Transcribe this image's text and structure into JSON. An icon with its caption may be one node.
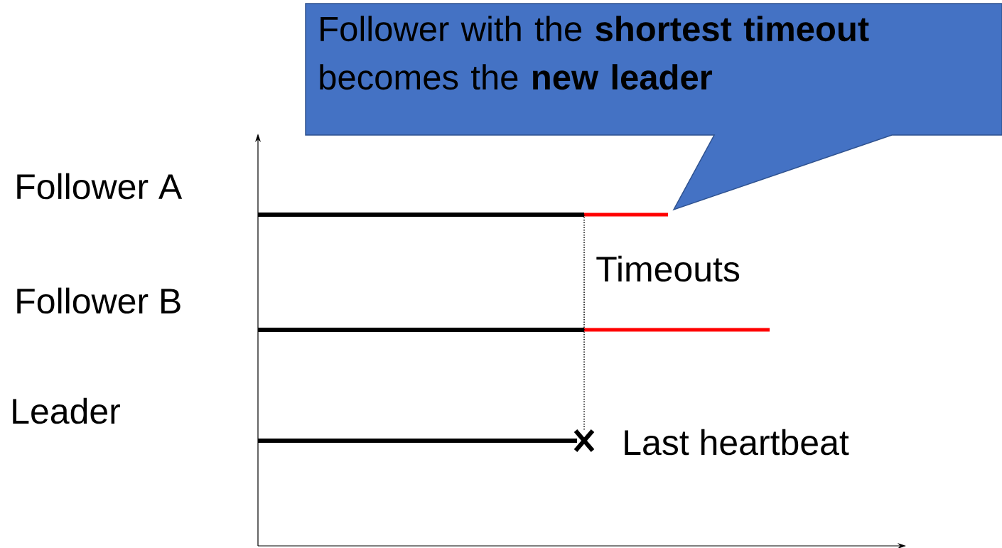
{
  "diagram": {
    "nodes": [
      {
        "text": [
          "Follower with the **shortest timeout** becomes the **new leader**"
        ]
      }
    ],
    "labels": [
      "Follower A",
      "Follower B",
      "Leader",
      "Timeouts",
      "Last heartbeat"
    ]
  }
}
